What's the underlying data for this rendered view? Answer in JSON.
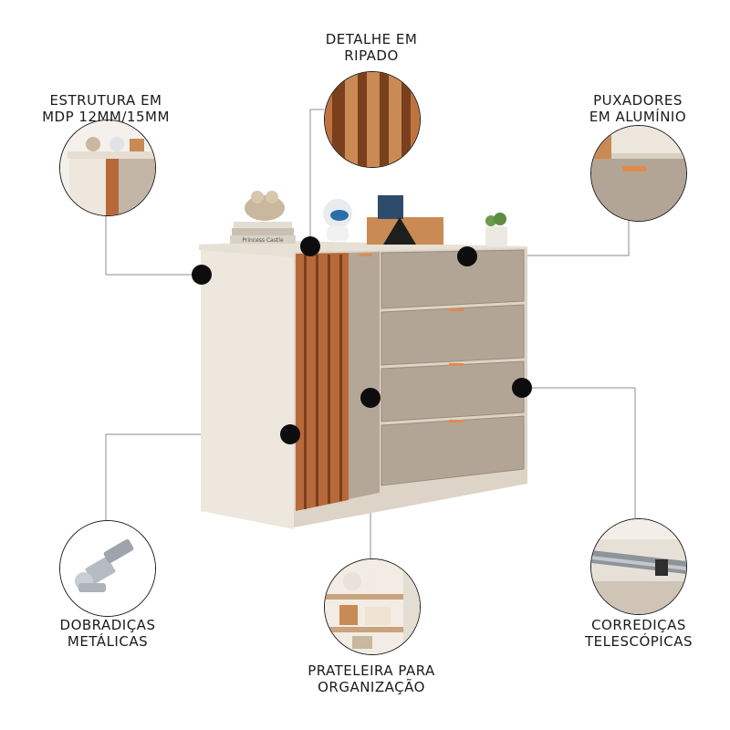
{
  "colors": {
    "cream": "#ece6dc",
    "taupe": "#b3a596",
    "wood": "#b8693a",
    "wood_dark": "#7a3f1d",
    "handle": "#e08a4f",
    "line": "#8c8c8c",
    "dot": "#0d0d0d"
  },
  "features": {
    "detalhe_ripado": [
      "DETALHE EM",
      "RIPADO"
    ],
    "estrutura": [
      "ESTRUTURA EM",
      "MDP 12MM/15MM"
    ],
    "puxadores": [
      "PUXADORES",
      "EM ALUMÍNIO"
    ],
    "dobradicas": [
      "DOBRADIÇAS",
      "METÁLICAS"
    ],
    "prateleira": [
      "PRATELEIRA PARA",
      "ORGANIZAÇÃO"
    ],
    "corredicas": [
      "CORREDIÇAS",
      "TELESCÓPICAS"
    ]
  },
  "decor": {
    "book_text": "Princess Castle"
  }
}
